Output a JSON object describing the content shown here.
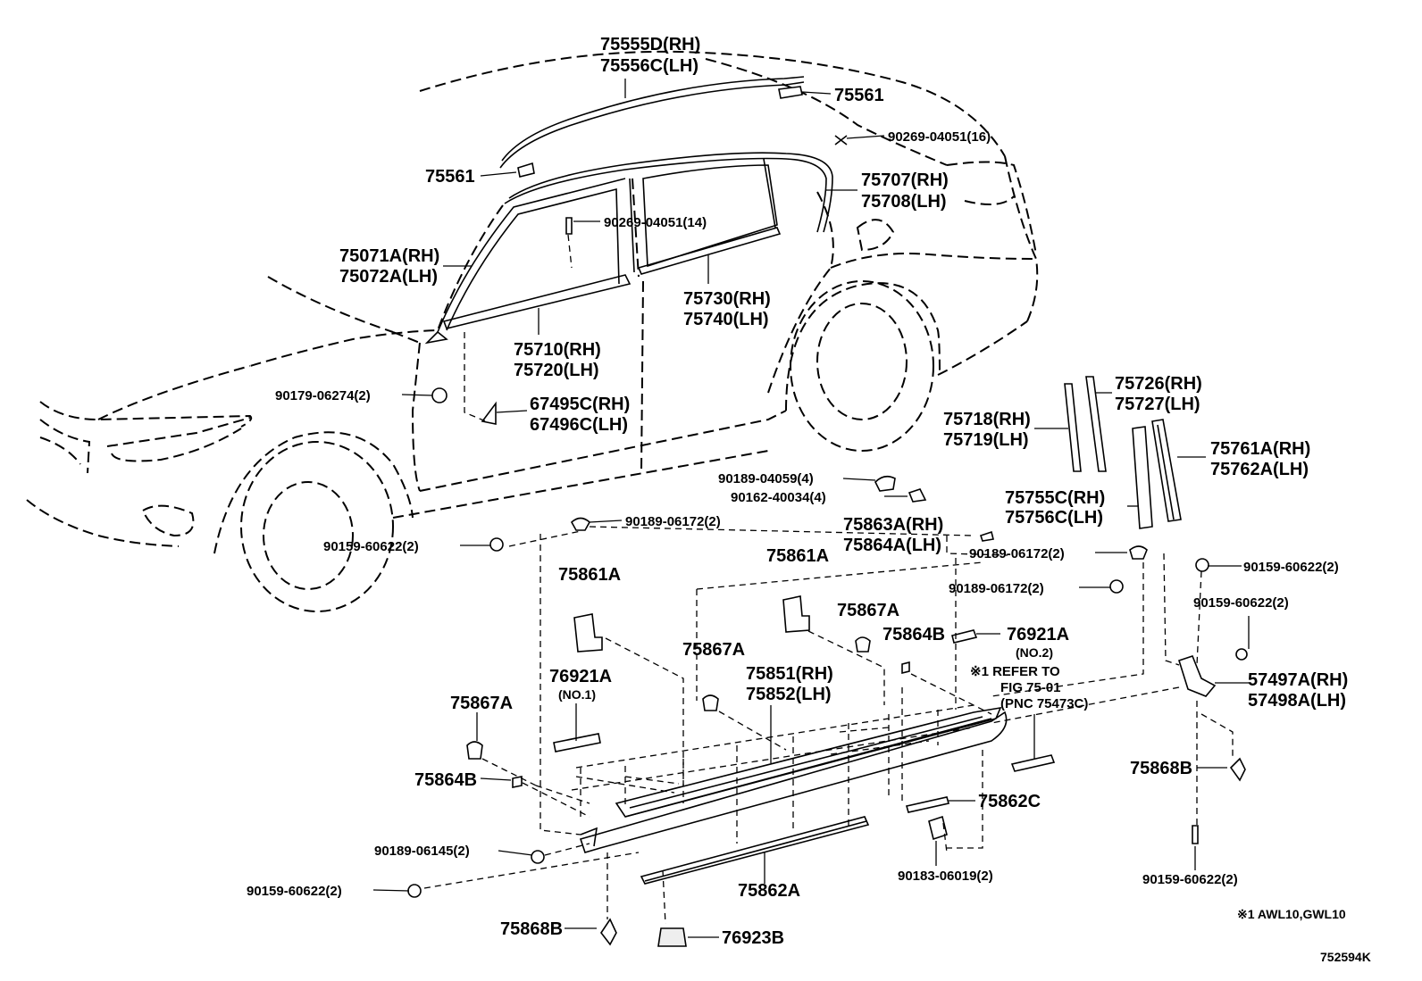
{
  "labels": {
    "p75555D": "75555D(RH)",
    "p75556C": "75556C(LH)",
    "p75561_top": "75561",
    "p90269_16": "90269-04051(16)",
    "p75561_left": "75561",
    "p75707": "75707(RH)",
    "p75708": "75708(LH)",
    "p90269_14": "90269-04051(14)",
    "p75071A": "75071A(RH)",
    "p75072A": "75072A(LH)",
    "p75730": "75730(RH)",
    "p75740": "75740(LH)",
    "p75710": "75710(RH)",
    "p75720": "75720(LH)",
    "p90179": "90179-06274(2)",
    "p67495C": "67495C(RH)",
    "p67496C": "67496C(LH)",
    "p75726": "75726(RH)",
    "p75727": "75727(LH)",
    "p75718": "75718(RH)",
    "p75719": "75719(LH)",
    "p75761A": "75761A(RH)",
    "p75762A": "75762A(LH)",
    "p90189_04059": "90189-04059(4)",
    "p90162": "90162-40034(4)",
    "p75755C": "75755C(RH)",
    "p75756C": "75756C(LH)",
    "p90189_06172_a": "90189-06172(2)",
    "p90159_a": "90159-60622(2)",
    "p75863A": "75863A(RH)",
    "p75864A": "75864A(LH)",
    "p90189_06172_b": "90189-06172(2)",
    "p90159_b": "90159-60622(2)",
    "p90189_06172_c": "90189-06172(2)",
    "p75861A_a": "75861A",
    "p75861A_b": "75861A",
    "p90159_c": "90159-60622(2)",
    "p75867A_a": "75867A",
    "p75864B_a": "75864B",
    "p76921A_2": "76921A",
    "p76921A_2_no": "(NO.2)",
    "p75867A_b": "75867A",
    "p75851": "75851(RH)",
    "p75852": "75852(LH)",
    "p76921A_1": "76921A",
    "p76921A_1_no": "(NO.1)",
    "p_refer1": "※1 REFER TO",
    "p_refer2": "FIG 75-01",
    "p_refer3": "(PNC 75473C)",
    "p57497A": "57497A(RH)",
    "p57498A": "57498A(LH)",
    "p75867A_c": "75867A",
    "p75864B_b": "75864B",
    "p75868B_a": "75868B",
    "p75862C": "75862C",
    "p90189_06145": "90189-06145(2)",
    "p90159_d": "90159-60622(2)",
    "p90183": "90183-06019(2)",
    "p75862A": "75862A",
    "p90159_e": "90159-60622(2)",
    "p75868B_b": "75868B",
    "p76923B": "76923B",
    "note": "※1 AWL10,GWL10",
    "figure_id": "752594K"
  }
}
